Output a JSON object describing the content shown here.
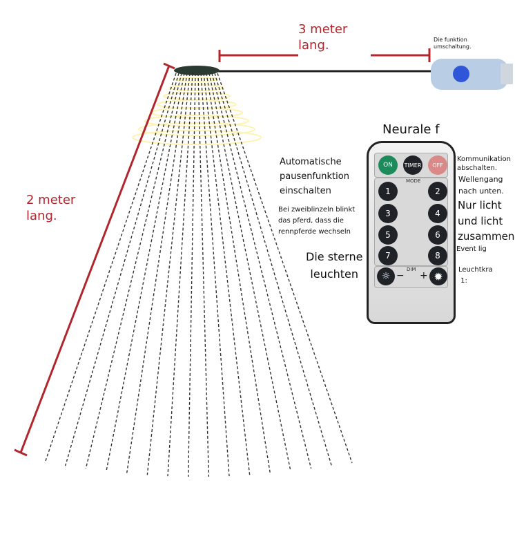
{
  "top_length_label": "3 meter\nlang.",
  "side_length_label": "2 meter\nlang.",
  "controller_note": "Die funktion\numschaltung.",
  "remote_title": "Neurale f",
  "left_notes": {
    "auto_pause": "Automatische\npausenfunktion\neinschalten",
    "blink": "Bei zweiblinzeln blinkt\ndas pferd, dass die\nrennpferde wechseln",
    "stars": "Die sterne\nleuchten"
  },
  "right_notes": {
    "communication": "Kommunikation\nabschalten.",
    "wave": "Wellengang\nnach unten.",
    "light_only": "Nur licht\nund licht\nzusammen",
    "event": "Event lig",
    "brightness": "Leuchtkra\n 1:"
  },
  "remote": {
    "on": "ON",
    "timer": "TIMER",
    "off": "OFF",
    "mode": "MODE",
    "dim": "DIM",
    "numbers": [
      "1",
      "2",
      "3",
      "4",
      "5",
      "6",
      "7",
      "8"
    ],
    "minus": "−",
    "plus": "+"
  },
  "colors": {
    "red": "#b1262c",
    "on": "#1d8a5c",
    "off": "#d98a88",
    "led": "#fff3b0"
  }
}
